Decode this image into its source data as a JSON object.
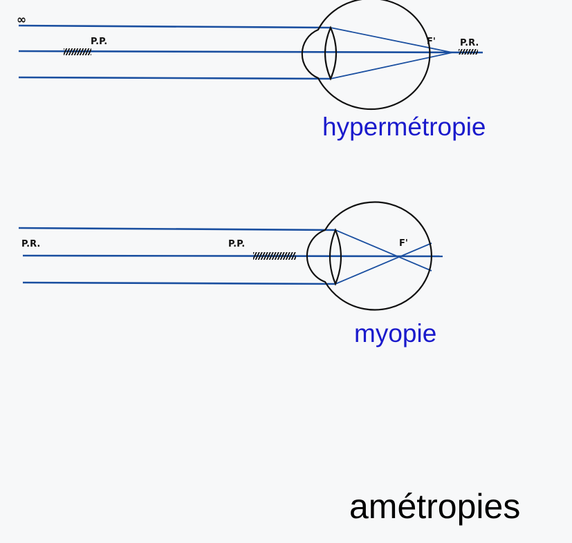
{
  "colors": {
    "ray": "#1a4fa0",
    "caption": "#1a1acc",
    "outline": "#111111",
    "background": "#f7f8f9"
  },
  "hyperopia": {
    "infinity_label": "∞",
    "pp_label": "P.P.",
    "focus_label": "F'",
    "pr_label": "P.R.",
    "caption": "hypermétropie"
  },
  "myopia": {
    "pr_label": "P.R.",
    "pp_label": "P.P.",
    "focus_label": "F'",
    "caption": "myopie"
  },
  "title": "amétropies"
}
